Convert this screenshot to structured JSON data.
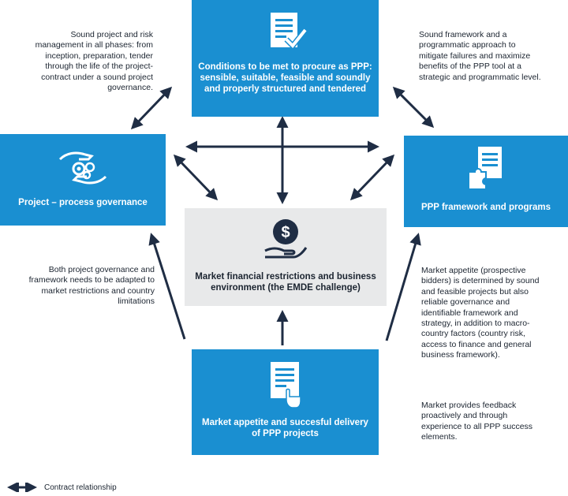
{
  "boxes": {
    "top": {
      "label": "Conditions to be met to procure as PPP: sensible, suitable, feasible and soundly and properly structured and tendered",
      "icon": "checklist-icon"
    },
    "left": {
      "label": "Project – process governance",
      "icon": "gears-in-hands-icon"
    },
    "right": {
      "label": "PPP framework and programs",
      "icon": "document-puzzle-icon"
    },
    "center": {
      "label": "Market financial restrictions and business environment (the EMDE challenge)",
      "icon": "dollar-coin-in-hand-icon",
      "symbol": "$"
    },
    "bottom": {
      "label": "Market appetite and succesful delivery of PPP projects",
      "icon": "document-signing-hand-icon"
    }
  },
  "notes": {
    "top_left": "Sound project and risk management in all phases: from inception, preparation, tender through the life of the project-contract under a sound project governance.",
    "top_right": "Sound framework and a programmatic approach to mitigate failures and maximize benefits of the PPP tool at a strategic and programmatic level.",
    "mid_left": "Both project governance and framework needs to be adapted to market restrictions and country limitations",
    "bottom_right_1": "Market appetite (prospective bidders) is determined by sound and feasible projects but also reliable governance and identifiable framework and strategy, in addition to macro-country factors (country risk, access to finance and general business framework).",
    "bottom_right_2": "Market provides feedback proactively and through experience to all PPP success elements."
  },
  "legend": {
    "label": "Contract relationship",
    "icon": "double-arrow-icon"
  },
  "colors": {
    "box_blue": "#1a8fd1",
    "center_gray": "#e8e9ea",
    "arrow": "#1f2d44"
  }
}
